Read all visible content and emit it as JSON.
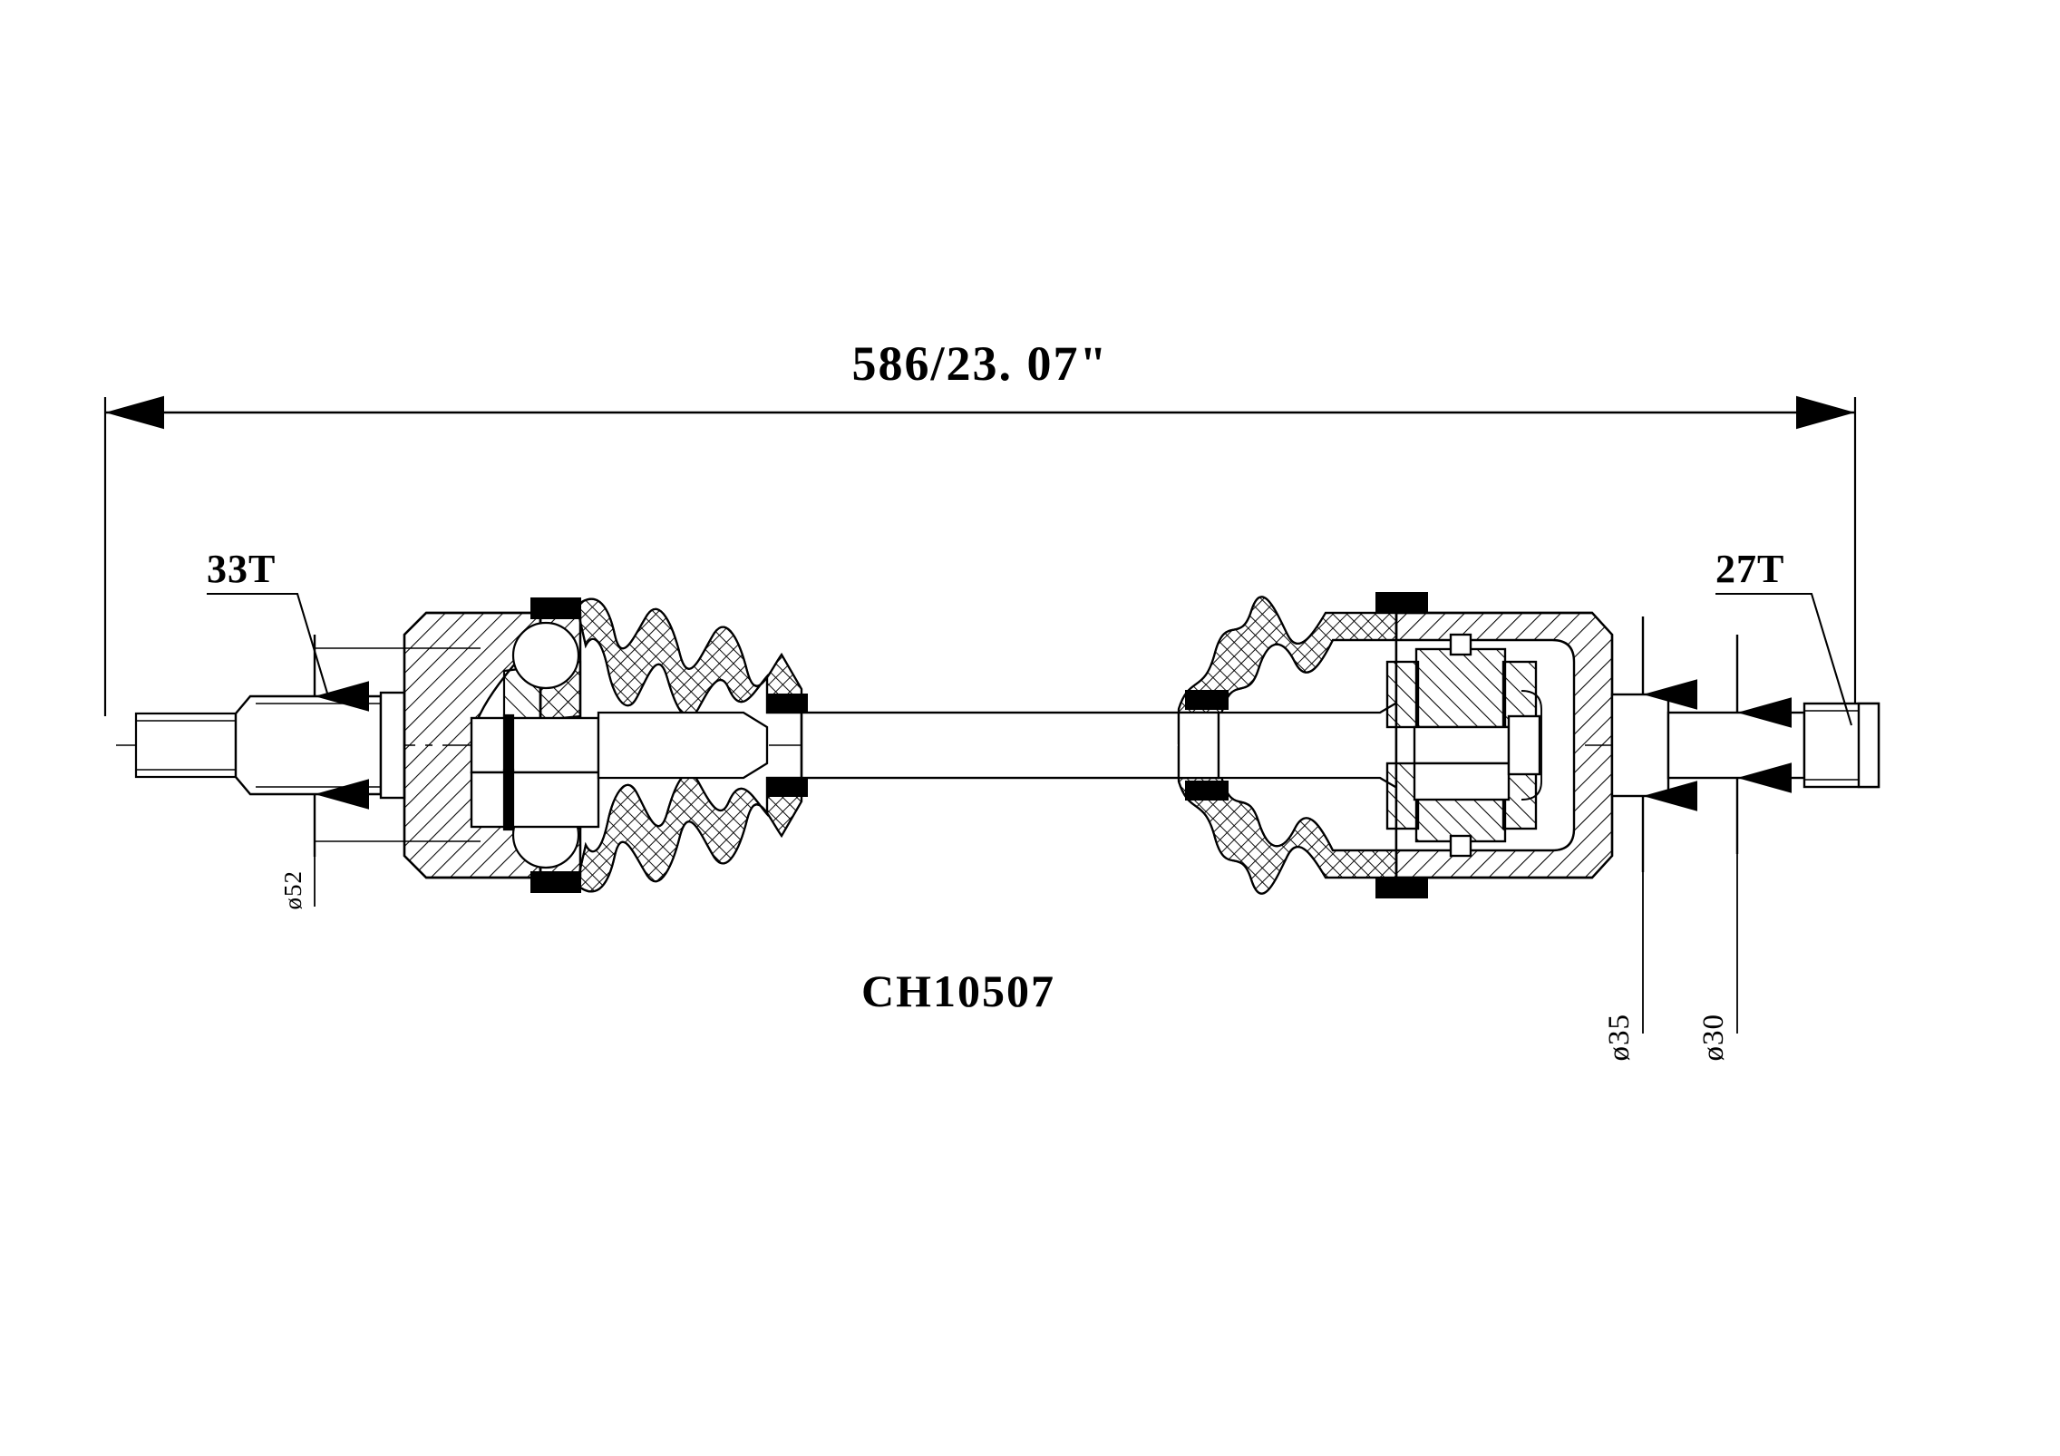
{
  "drawing": {
    "type": "engineering-line-drawing",
    "subject": "CV axle drive shaft assembly",
    "background_color": "#ffffff",
    "line_color": "#000000",
    "part_number": "CH10507",
    "overall_dimension": "586/23. 07\"",
    "labels": {
      "outer_spline_count": "33T",
      "inner_spline_count": "27T",
      "diameter_outer_stub": "ø52",
      "diameter_mid_journal": "ø35",
      "diameter_end_journal": "ø30"
    },
    "components": [
      {
        "name": "threaded-nose-tip",
        "side": "left"
      },
      {
        "name": "outer-splined-stub-shaft",
        "side": "left",
        "teeth": "33T",
        "diameter": "ø52"
      },
      {
        "name": "outer-cv-joint-housing",
        "side": "left"
      },
      {
        "name": "ball-bearing-cage",
        "side": "left"
      },
      {
        "name": "outer-bellows-boot",
        "side": "left"
      },
      {
        "name": "boot-clamp-band-large",
        "side": "left"
      },
      {
        "name": "boot-clamp-band-small",
        "side": "left"
      },
      {
        "name": "intermediate-shaft-bar",
        "side": "center"
      },
      {
        "name": "inner-bellows-boot",
        "side": "right"
      },
      {
        "name": "inner-tripod-joint-housing",
        "side": "right"
      },
      {
        "name": "tripod-roller-bearing",
        "side": "right"
      },
      {
        "name": "inner-splined-end-shaft",
        "side": "right",
        "teeth": "27T"
      }
    ],
    "dimension_lines": [
      {
        "name": "overall-length",
        "value": "586/23. 07\"",
        "orientation": "horizontal",
        "arrows": "both-outward"
      },
      {
        "name": "outer-stub-diameter",
        "value": "ø52",
        "orientation": "vertical",
        "arrows": "both-inward"
      },
      {
        "name": "mid-journal-diameter",
        "value": "ø35",
        "orientation": "vertical",
        "arrows": "both-inward"
      },
      {
        "name": "end-journal-diameter",
        "value": "ø30",
        "orientation": "vertical",
        "arrows": "both-inward"
      }
    ]
  }
}
